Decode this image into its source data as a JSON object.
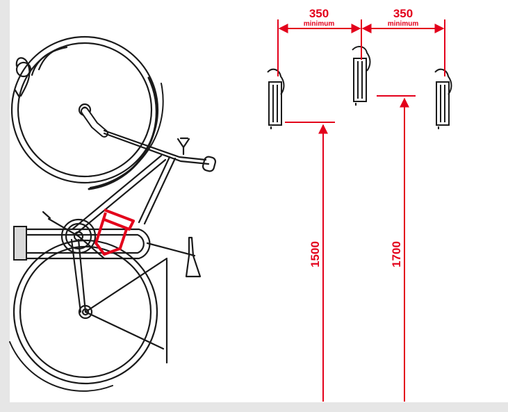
{
  "diagram": {
    "spacing_dimensions": [
      {
        "value": "350",
        "note": "minimum"
      },
      {
        "value": "350",
        "note": "minimum"
      }
    ],
    "height_dimensions": [
      {
        "value": "1500"
      },
      {
        "value": "1700"
      }
    ]
  },
  "colors": {
    "dimension": "#e3001b",
    "linework": "#1a1a1a",
    "wall": "#e6e6e6",
    "rack_fill": "#d9d9d9",
    "background": "#ffffff"
  }
}
